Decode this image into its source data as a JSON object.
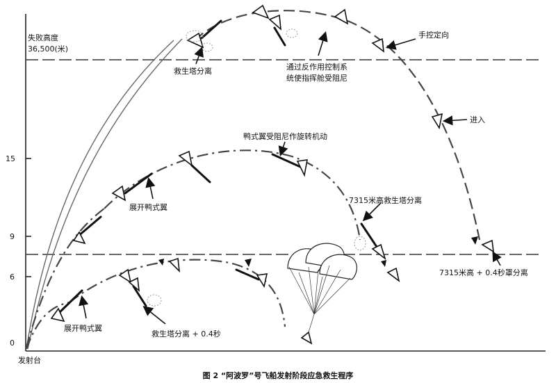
{
  "labels": {
    "failure_altitude_title": "失败高度",
    "failure_altitude_value": "36,500(米)",
    "tower_jettison_top": "救生塔分离",
    "rcs_damping": [
      "通过反作用控制系",
      "统使指挥舱受阻尼"
    ],
    "manual_orientation": "手控定向",
    "entry": "进入",
    "canard_damped_rotation": "鸭式翼受阻尼作旋转机动",
    "canard_deploy_mid": "展开鸭式翼",
    "tower_jettison_7315": "7315米高救生塔分离",
    "shroud_jettison_7315": "7315米高 + 0.4秒罩分离",
    "canard_deploy_low": "展开鸭式翼",
    "tower_jettison_plus_04": "救生塔分离 + 0.4秒",
    "launch_pad": "发射台",
    "caption": "图 2  “阿波罗”号飞船发射阶段应急救生程序"
  },
  "axis_ticks": [
    "15",
    "9",
    "6",
    "0"
  ]
}
